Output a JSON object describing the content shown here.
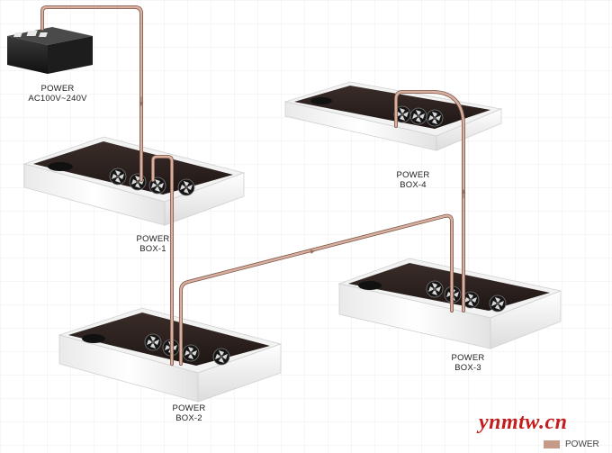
{
  "colors": {
    "wire": "#c69a88",
    "wire_shadow": "#7d5a4c",
    "grid": "#ededed",
    "case_white": "#f6f6f6",
    "case_dark": "#2a1f1c",
    "watermark": "#c41d1d"
  },
  "source": {
    "line1": "POWER",
    "line2": "AC100V~240V"
  },
  "boxes": [
    {
      "id": "box1",
      "line1": "POWER",
      "line2": "BOX-1"
    },
    {
      "id": "box2",
      "line1": "POWER",
      "line2": "BOX-2"
    },
    {
      "id": "box3",
      "line1": "POWER",
      "line2": "BOX-3"
    },
    {
      "id": "box4",
      "line1": "POWER",
      "line2": "BOX-4"
    }
  ],
  "watermark": "ynmtw.cn",
  "legend": {
    "label": "POWER"
  }
}
